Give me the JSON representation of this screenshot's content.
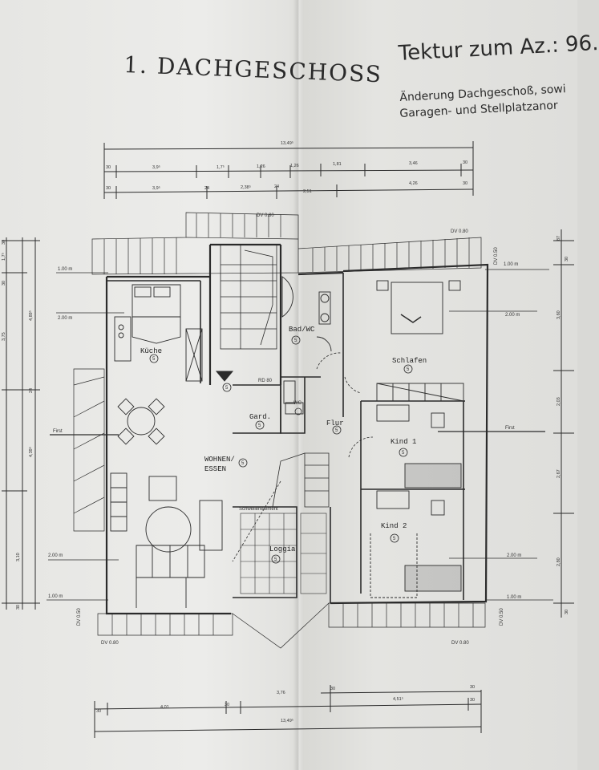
{
  "header": {
    "title": "1. DACHGESCHOSS",
    "tektur": "Tektur zum Az.: 96.",
    "subtitle_line1": "Änderung Dachgeschoß, sowi",
    "subtitle_line2": "Garagen- und Stellplatzanor"
  },
  "rooms": {
    "kueche": "Küche",
    "wohnen_line1": "WOHNEN/",
    "wohnen_line2": "ESSEN",
    "bad": "Bad/WC",
    "wc": "WC",
    "gard": "Gard.",
    "flur": "Flur",
    "schlafen": "Schlafen",
    "kind1": "Kind 1",
    "kind2": "Kind 2",
    "loggia": "Loggia",
    "room_marker": "5"
  },
  "annotations": {
    "first_left": "First",
    "first_right": "First",
    "dv_top_left": "DV 0.80",
    "dv_top_right": "DV 0.80",
    "dv_bottom_left": "DV 0.80",
    "dv_bottom_right": "DV 0.80",
    "dv050_left": "DV 0.50",
    "dv050_right_top": "DV 0.50",
    "dv050_right_bottom": "DV 0.50",
    "h100_left_top": "1.00 m",
    "h200_left_top": "2.00 m",
    "h200_left_bottom": "2.00 m",
    "h100_left_bottom": "1.00 m",
    "h100_right_top": "1.00 m",
    "h200_right_top": "2.00 m",
    "h200_right_bottom": "2.00 m",
    "h100_right_bottom": "1.00 m",
    "schwelle": "Schwellenelement",
    "rd": "RD 80"
  },
  "dimensions": {
    "top_total": "13,49⁵",
    "top_row1": [
      "30",
      "3,9⁵",
      "1,7⁵",
      "1,26",
      "1,26",
      "1,81",
      "3,46",
      "30"
    ],
    "top_row2": [
      "30",
      "3,9⁵",
      "24",
      "2,38⁵",
      "24",
      "2,51",
      "4,26",
      "30"
    ],
    "bottom_row1": [
      "30",
      "3,76",
      "30"
    ],
    "bottom_row2": [
      "30",
      "4,01",
      "30",
      "4,51⁵",
      "30"
    ],
    "bottom_total": "13,49⁵",
    "left_col": [
      "30",
      "1,7⁵",
      "30",
      "4,89⁵",
      "3,75",
      "24",
      "4,39⁵",
      "3,10",
      "30"
    ],
    "right_col": [
      "87",
      "30",
      "3,60",
      "2,03",
      "2,67",
      "2,80",
      "30"
    ]
  }
}
